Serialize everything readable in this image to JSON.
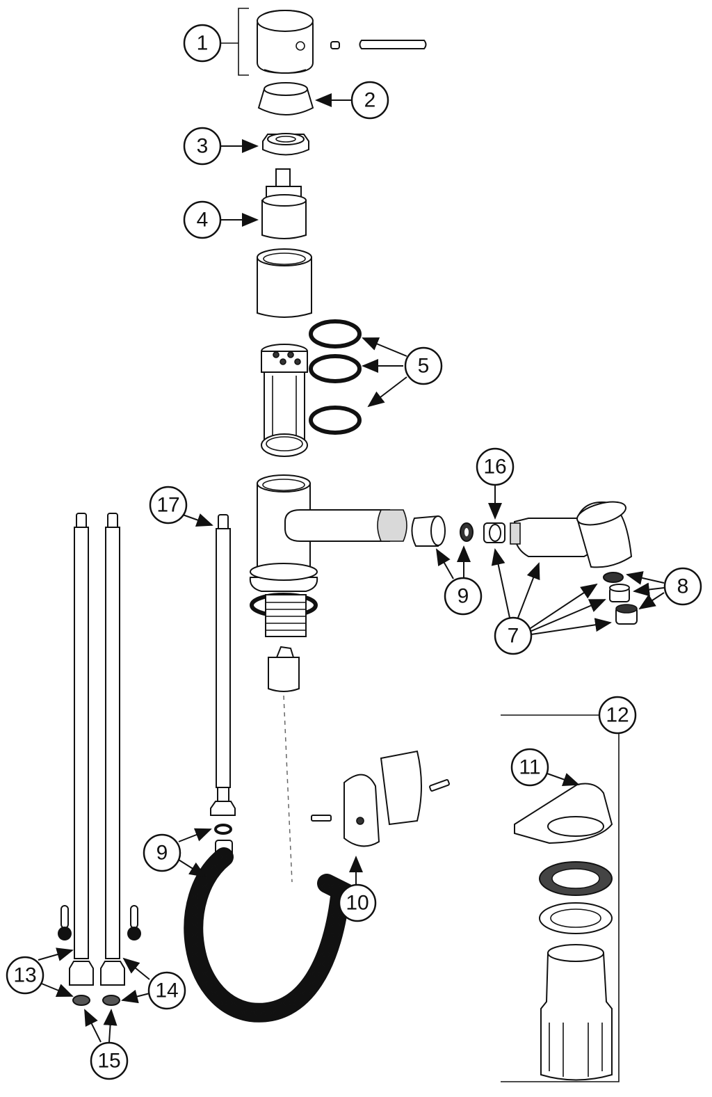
{
  "callouts": {
    "c1": "1",
    "c2": "2",
    "c3": "3",
    "c4": "4",
    "c5": "5",
    "c7": "7",
    "c8": "8",
    "c9a": "9",
    "c9b": "9",
    "c10": "10",
    "c11": "11",
    "c12": "12",
    "c13": "13",
    "c14": "14",
    "c15": "15",
    "c16": "16",
    "c17": "17"
  },
  "icons": {
    "hot": "thermometer-hot-icon",
    "cold": "thermometer-cold-icon"
  },
  "colors": {
    "ink": "#111111",
    "background": "#ffffff",
    "shade": "#d9d9d9"
  }
}
